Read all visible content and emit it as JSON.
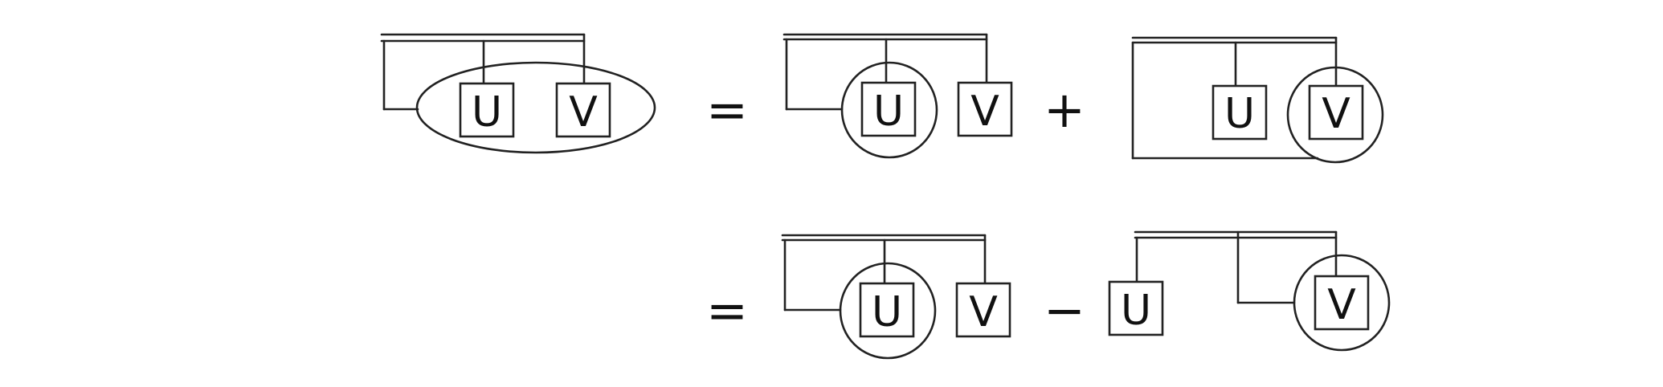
{
  "colors": {
    "stroke": "#222222",
    "text": "#111111",
    "background": "#ffffff"
  },
  "diagram": {
    "lhs": {
      "box_u": "U",
      "box_v": "V"
    },
    "row1": {
      "equals": "=",
      "term1": {
        "box_u": "U",
        "box_v": "V"
      },
      "plus": "+",
      "term2": {
        "box_u": "U",
        "box_v": "V"
      }
    },
    "row2": {
      "equals": "=",
      "term1": {
        "box_u": "U",
        "box_v": "V"
      },
      "minus": "−",
      "term2": {
        "box_u": "U",
        "box_v": "V"
      }
    }
  }
}
